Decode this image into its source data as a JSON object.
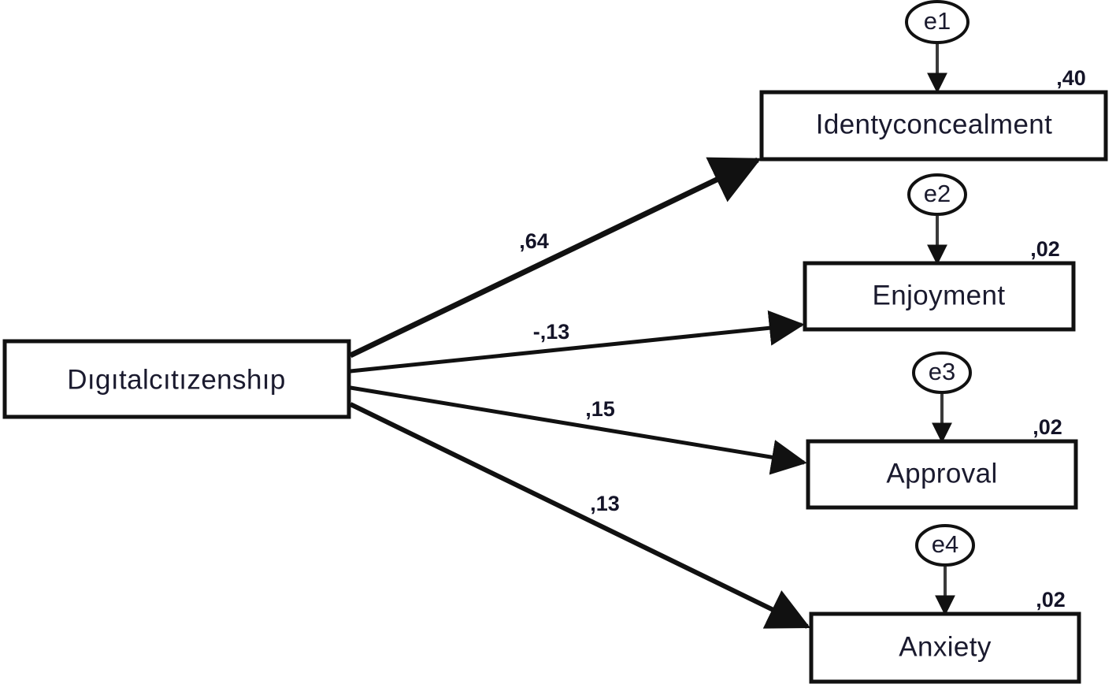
{
  "diagram": {
    "type": "sem-path-diagram",
    "title": "",
    "background_color": "#ffffff",
    "line_color": "#111111",
    "text_color": "#1a1a2e"
  },
  "exogenous": {
    "id": "digitalcitizenship",
    "label": "Dıgıtalcıtızenshıp",
    "shape": "rectangle"
  },
  "endogenous": [
    {
      "id": "identyconcealment",
      "label": "Identyconcealment",
      "shape": "rectangle",
      "r2": ",40",
      "error": {
        "id": "e1",
        "label": "e1",
        "shape": "ellipse"
      }
    },
    {
      "id": "enjoyment",
      "label": "Enjoyment",
      "shape": "rectangle",
      "r2": ",02",
      "error": {
        "id": "e2",
        "label": "e2",
        "shape": "ellipse"
      }
    },
    {
      "id": "approval",
      "label": "Approval",
      "shape": "rectangle",
      "r2": ",02",
      "error": {
        "id": "e3",
        "label": "e3",
        "shape": "ellipse"
      }
    },
    {
      "id": "anxiety",
      "label": "Anxiety",
      "shape": "rectangle",
      "r2": ",02",
      "error": {
        "id": "e4",
        "label": "e4",
        "shape": "ellipse"
      }
    }
  ],
  "paths": [
    {
      "id": "path-1",
      "from": "digitalcitizenship",
      "to": "identyconcealment",
      "coefficient": ",64"
    },
    {
      "id": "path-2",
      "from": "digitalcitizenship",
      "to": "enjoyment",
      "coefficient": "-,13"
    },
    {
      "id": "path-3",
      "from": "digitalcitizenship",
      "to": "approval",
      "coefficient": ",15"
    },
    {
      "id": "path-4",
      "from": "digitalcitizenship",
      "to": "anxiety",
      "coefficient": ",13"
    }
  ],
  "chart_data": {
    "type": "diagram",
    "title": "",
    "nodes": [
      {
        "name": "Dıgıtalcıtızenshıp",
        "role": "predictor"
      },
      {
        "name": "Identyconcealment",
        "role": "outcome",
        "r2": 0.4
      },
      {
        "name": "Enjoyment",
        "role": "outcome",
        "r2": 0.02
      },
      {
        "name": "Approval",
        "role": "outcome",
        "r2": 0.02
      },
      {
        "name": "Anxiety",
        "role": "outcome",
        "r2": 0.02
      },
      {
        "name": "e1",
        "role": "error"
      },
      {
        "name": "e2",
        "role": "error"
      },
      {
        "name": "e3",
        "role": "error"
      },
      {
        "name": "e4",
        "role": "error"
      }
    ],
    "edges": [
      {
        "source": "Dıgıtalcıtızenshıp",
        "target": "Identyconcealment",
        "value": 0.64,
        "label": ",64"
      },
      {
        "source": "Dıgıtalcıtızenshıp",
        "target": "Enjoyment",
        "value": -0.13,
        "label": "-,13"
      },
      {
        "source": "Dıgıtalcıtızenshıp",
        "target": "Approval",
        "value": 0.15,
        "label": ",15"
      },
      {
        "source": "Dıgıtalcıtızenshıp",
        "target": "Anxiety",
        "value": 0.13,
        "label": ",13"
      },
      {
        "source": "e1",
        "target": "Identyconcealment",
        "value": null,
        "label": ""
      },
      {
        "source": "e2",
        "target": "Enjoyment",
        "value": null,
        "label": ""
      },
      {
        "source": "e3",
        "target": "Approval",
        "value": null,
        "label": ""
      },
      {
        "source": "e4",
        "target": "Anxiety",
        "value": null,
        "label": ""
      }
    ]
  }
}
